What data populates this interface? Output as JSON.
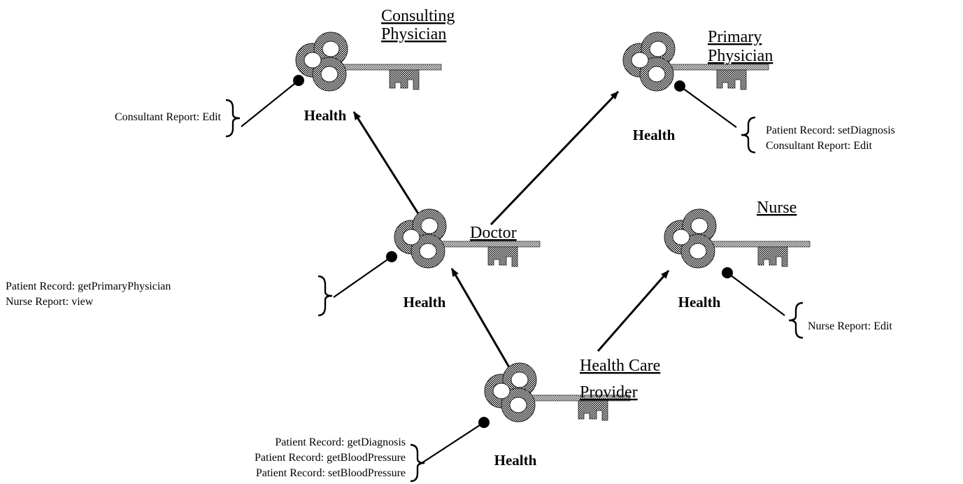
{
  "diagram": {
    "roles": [
      {
        "id": "consulting-physician",
        "title_lines": [
          "Consulting",
          "Physician"
        ],
        "domain": "Health",
        "permissions": [
          "Consultant Report: Edit"
        ]
      },
      {
        "id": "primary-physician",
        "title_lines": [
          "Primary",
          "Physician"
        ],
        "domain": "Health",
        "permissions": [
          "Patient Record: setDiagnosis",
          "Consultant Report: Edit"
        ]
      },
      {
        "id": "doctor",
        "title_lines": [
          "Doctor"
        ],
        "domain": "Health",
        "permissions": [
          "Patient Record: getPrimaryPhysician",
          "Nurse Report: view"
        ]
      },
      {
        "id": "nurse",
        "title_lines": [
          "Nurse"
        ],
        "domain": "Health",
        "permissions": [
          "Nurse Report: Edit"
        ]
      },
      {
        "id": "health-care-provider",
        "title_lines": [
          "Health Care",
          "Provider"
        ],
        "domain": "Health",
        "permissions": [
          "Patient Record: getDiagnosis",
          "Patient Record: getBloodPressure",
          "Patient Record: setBloodPressure"
        ]
      }
    ],
    "edges": [
      {
        "from": "doctor",
        "to": "consulting-physician"
      },
      {
        "from": "doctor",
        "to": "primary-physician"
      },
      {
        "from": "health-care-provider",
        "to": "doctor"
      },
      {
        "from": "health-care-provider",
        "to": "nurse"
      }
    ]
  }
}
